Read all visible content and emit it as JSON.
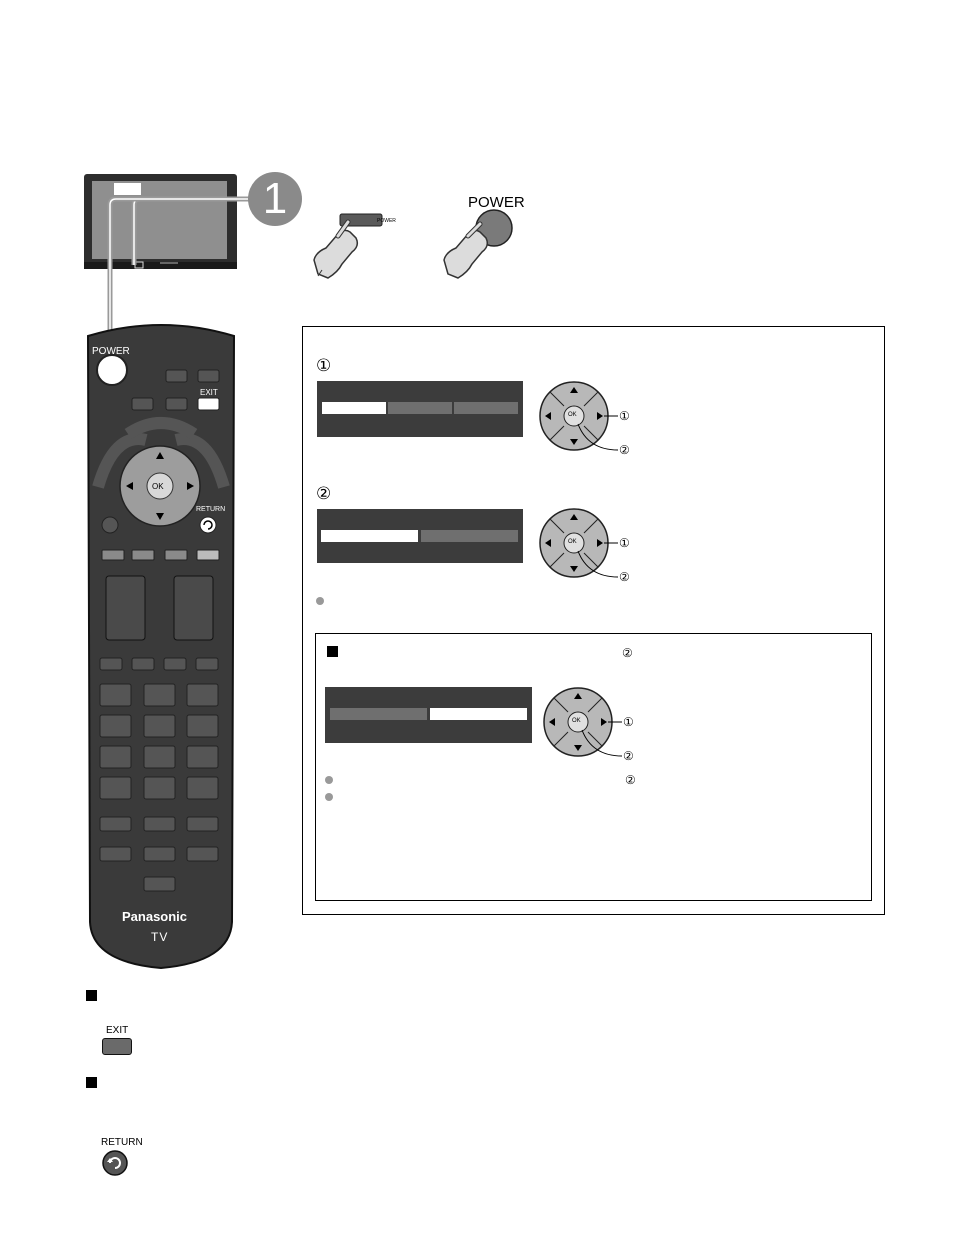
{
  "labels": {
    "step_number": "1",
    "power_big": "POWER",
    "power_small": "POWER",
    "step1_num": "①",
    "step2_num": "②",
    "callout1": "①",
    "callout2": "②",
    "inner_ref": "②",
    "note_ref": "②"
  },
  "remote": {
    "power": "POWER",
    "exit": "EXIT",
    "return": "RETURN",
    "ok": "OK",
    "brand": "Panasonic",
    "model": "TV"
  },
  "bottom": {
    "exit_label": "EXIT",
    "return_label": "RETURN"
  }
}
